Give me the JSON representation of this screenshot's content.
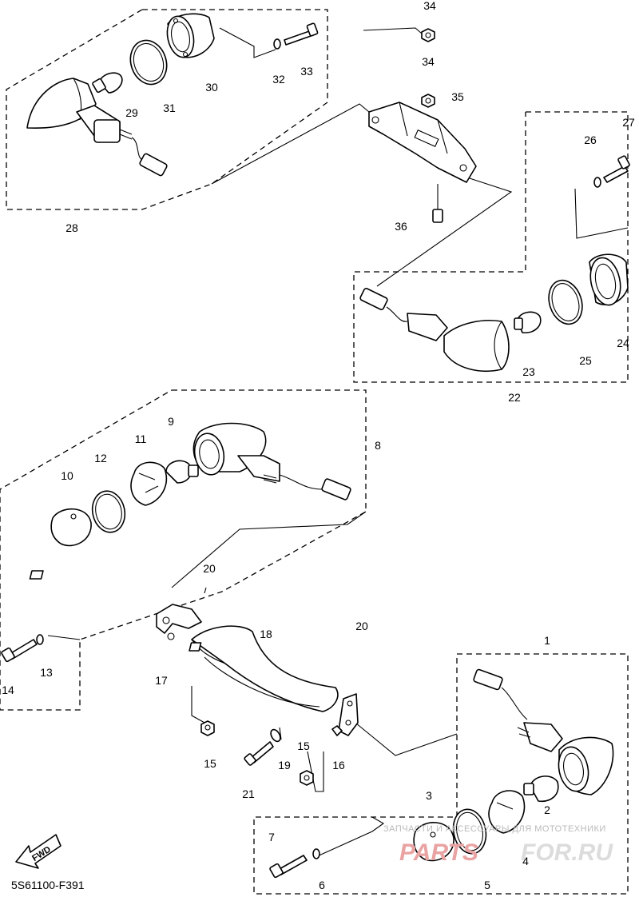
{
  "diagram_code": "5S61100-F391",
  "watermark": {
    "caption": "ЗАПЧАСТИ И АКСЕССУАРЫ ДЛЯ МОТОТЕХНИКИ",
    "logo_left": "PARTS",
    "logo_right": "FOR.RU"
  },
  "fwd_label": "FWD",
  "callouts": {
    "p1": "1",
    "p2": "2",
    "p3": "3",
    "p4": "4",
    "p5": "5",
    "p6": "6",
    "p7": "7",
    "p8": "8",
    "p9": "9",
    "p10": "10",
    "p11": "11",
    "p12": "12",
    "p13": "13",
    "p14": "14",
    "p15a": "15",
    "p15b": "15",
    "p16": "16",
    "p17": "17",
    "p18": "18",
    "p19": "19",
    "p20a": "20",
    "p20b": "20",
    "p21": "21",
    "p22": "22",
    "p23": "23",
    "p24": "24",
    "p25": "25",
    "p26": "26",
    "p27": "27",
    "p28": "28",
    "p29": "29",
    "p30": "30",
    "p31": "31",
    "p32": "32",
    "p33": "33",
    "p34a": "34",
    "p34b": "34",
    "p35": "35",
    "p36": "36"
  }
}
